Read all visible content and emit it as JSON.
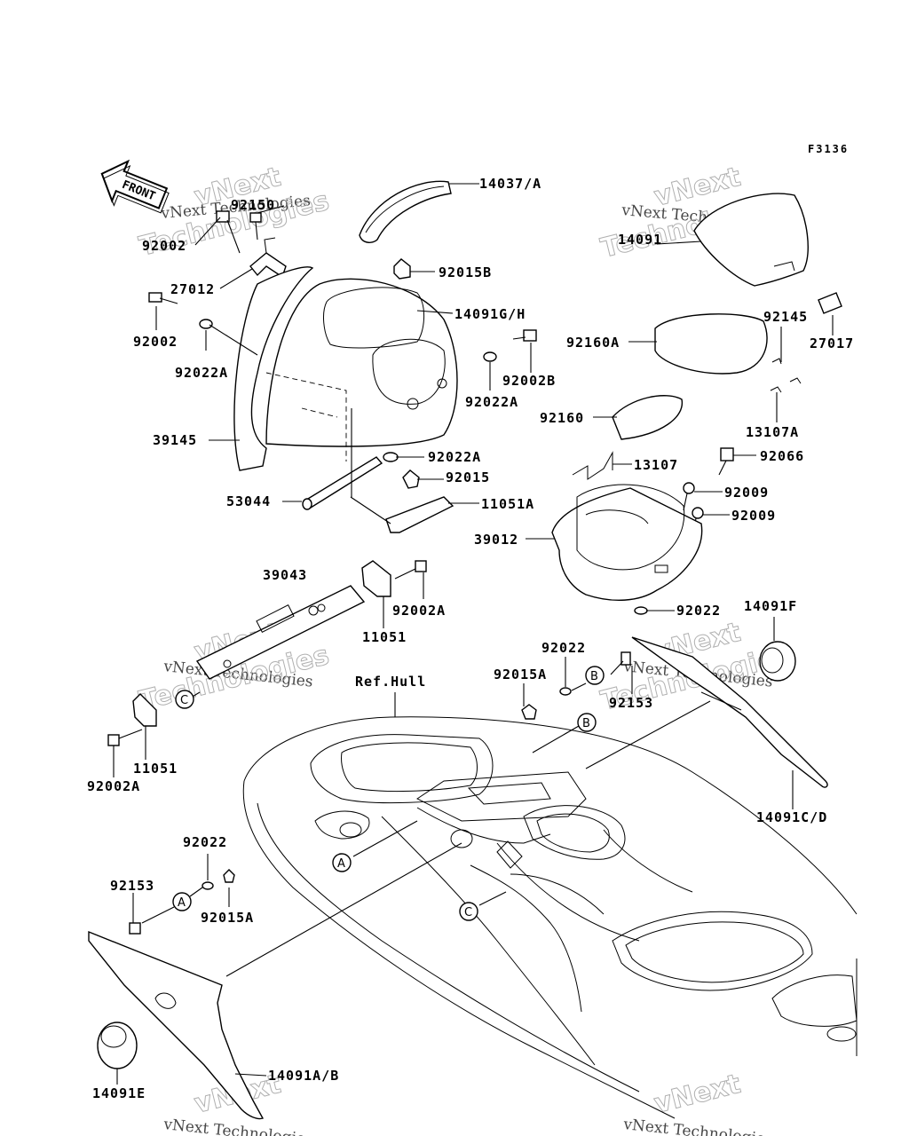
{
  "figure_code": "F3136",
  "front_label": "FRONT",
  "ref_hull_label": "Ref.Hull",
  "watermark": {
    "line1": "vNext Technologies",
    "line2": "vNext",
    "line3": "Technologies"
  },
  "parts": {
    "p14037A": "14037/A",
    "p92150": "92150",
    "p92002_top": "92002",
    "p27012": "27012",
    "p92002_left": "92002",
    "p92022A_left": "92022A",
    "p92015B": "92015B",
    "p14091GH": "14091G/H",
    "p92002B": "92002B",
    "p92022A_right": "92022A",
    "p39145": "39145",
    "p92022A_low": "92022A",
    "p92015": "92015",
    "p53044": "53044",
    "p11051A": "11051A",
    "p14091": "14091",
    "p92160A": "92160A",
    "p92145": "92145",
    "p27017": "27017",
    "p92160": "92160",
    "p13107A": "13107A",
    "p13107": "13107",
    "p92066": "92066",
    "p92009_a": "92009",
    "p92009_b": "92009",
    "p39012": "39012",
    "p92022_box": "92022",
    "p14091F": "14091F",
    "p39043": "39043",
    "p92002A_mid": "92002A",
    "p11051_mid": "11051",
    "p92022_mid": "92022",
    "p92015A_mid": "92015A",
    "p92153_mid": "92153",
    "p11051_left": "11051",
    "p92002A_left": "92002A",
    "p14091CD": "14091C/D",
    "p92022_low": "92022",
    "p92153_low": "92153",
    "p92015A_low": "92015A",
    "p14091AB": "14091A/B",
    "p14091E": "14091E"
  },
  "refs": {
    "A": "A",
    "B": "B",
    "C": "C"
  }
}
